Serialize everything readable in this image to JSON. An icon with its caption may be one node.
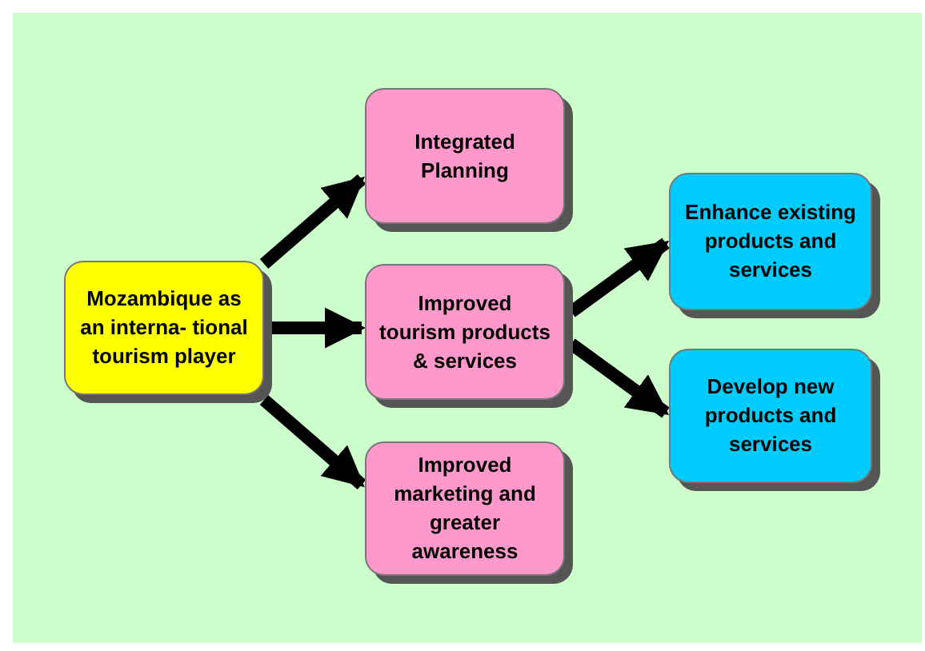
{
  "diagram": {
    "nodes": [
      {
        "text": [
          "Mozambique as an interna- tional tourism player"
        ]
      },
      {
        "text": [
          "Integrated Planning"
        ]
      },
      {
        "text": [
          "Improved tourism products & services"
        ]
      },
      {
        "text": [
          "Improved marketing and greater awareness"
        ]
      },
      {
        "text": [
          "Enhance existing products and services"
        ]
      },
      {
        "text": [
          "Develop new products and services"
        ]
      }
    ],
    "edges": [
      {
        "from": 0,
        "to": 1,
        "arrow": "to"
      },
      {
        "from": 0,
        "to": 2,
        "arrow": "to"
      },
      {
        "from": 0,
        "to": 3,
        "arrow": "to"
      },
      {
        "from": 2,
        "to": 4,
        "arrow": "to"
      },
      {
        "from": 2,
        "to": 5,
        "arrow": "to"
      }
    ]
  }
}
